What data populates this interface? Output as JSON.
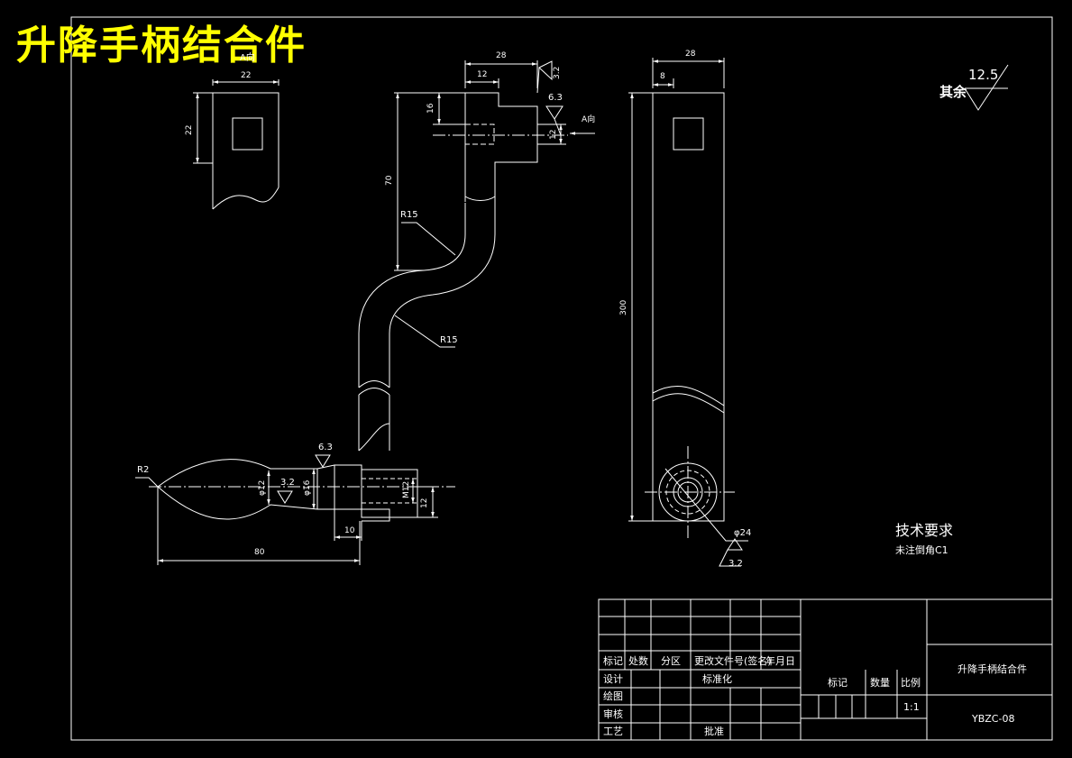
{
  "drawing_title": "升降手柄结合件",
  "view_label": "A向",
  "view_arrow_label": "A向",
  "dims": {
    "top_w22": "22",
    "top_h22": "22",
    "d28_a": "28",
    "d12_a": "12",
    "d16": "16",
    "d12_b": "12",
    "d70": "70",
    "r15_a": "R15",
    "r15_b": "R15",
    "d28_b": "28",
    "d8": "8",
    "d300": "300",
    "r2": "R2",
    "phi12": "φ12",
    "phi16": "φ16",
    "m12": "M12",
    "d12_c": "12",
    "d10": "10",
    "d80": "80",
    "phi24": "φ24"
  },
  "roughness": {
    "r32_a": "3.2",
    "r63_a": "6.3",
    "r63_b": "6.3",
    "r32_b": "3.2",
    "r32_c": "3.2",
    "rest_label": "其余",
    "rest_value": "12.5"
  },
  "tech": {
    "heading": "技术要求",
    "note": "未注倒角C1"
  },
  "title_block": {
    "headers": [
      "标记",
      "处数",
      "分区",
      "更改文件号(签名)",
      "年月日"
    ],
    "sheji": "设计",
    "biaozhunhua": "标准化",
    "huitu": "绘图",
    "shenhe": "审核",
    "gongyi": "工艺",
    "pizhun": "批准",
    "biaoji": "标记",
    "shuliang": "数量",
    "bili": "比例",
    "scale": "1:1",
    "part_name": "升降手柄结合件",
    "drawing_no": "YBZC-08"
  },
  "colors": {
    "line": "#ffffff",
    "title": "#ffff00",
    "background": "#000000"
  }
}
